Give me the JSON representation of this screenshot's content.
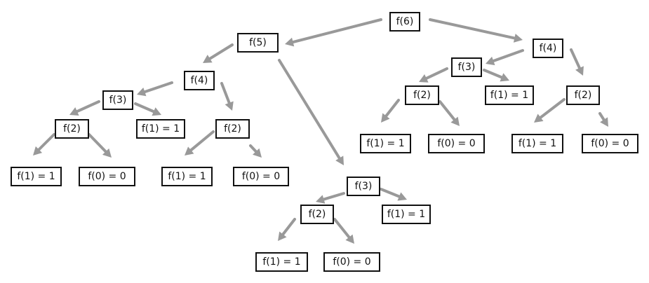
{
  "colors": {
    "arrow": "#999999",
    "node_border": "#111111",
    "node_text": "#111111",
    "background": "#ffffff"
  },
  "nodes": [
    {
      "id": "n1",
      "label": "f(6)"
    },
    {
      "id": "n2",
      "label": "f(5)"
    },
    {
      "id": "n3",
      "label": "f(4)"
    },
    {
      "id": "n4",
      "label": "f(4)"
    },
    {
      "id": "n5",
      "label": "f(3)"
    },
    {
      "id": "n6",
      "label": "f(3)"
    },
    {
      "id": "n7",
      "label": "f(1) = 1"
    },
    {
      "id": "n8",
      "label": "f(2)"
    },
    {
      "id": "n9",
      "label": "f(2)"
    },
    {
      "id": "n10",
      "label": "f(1) = 1"
    },
    {
      "id": "n11",
      "label": "f(2)"
    },
    {
      "id": "n12",
      "label": "f(1) = 1"
    },
    {
      "id": "n13",
      "label": "f(0) = 0"
    },
    {
      "id": "n14",
      "label": "f(1) = 1"
    },
    {
      "id": "n15",
      "label": "f(0) = 0"
    },
    {
      "id": "n16",
      "label": "f(1) = 1"
    },
    {
      "id": "n17",
      "label": "f(0) = 0"
    },
    {
      "id": "n18",
      "label": "f(1) = 1"
    },
    {
      "id": "n19",
      "label": "f(0) = 0"
    },
    {
      "id": "n20",
      "label": "f(3)"
    },
    {
      "id": "n21",
      "label": "f(2)"
    },
    {
      "id": "n22",
      "label": "f(1) = 1"
    },
    {
      "id": "n23",
      "label": "f(1) = 1"
    },
    {
      "id": "n24",
      "label": "f(0) = 0"
    },
    {
      "id": "n25",
      "label": "f(2)"
    }
  ],
  "edges": [
    [
      "n1",
      "n2"
    ],
    [
      "n1",
      "n3"
    ],
    [
      "n2",
      "n4"
    ],
    [
      "n2",
      "n20"
    ],
    [
      "n3",
      "n5"
    ],
    [
      "n3",
      "n25"
    ],
    [
      "n5",
      "n8"
    ],
    [
      "n5",
      "n7"
    ],
    [
      "n8",
      "n12"
    ],
    [
      "n8",
      "n13"
    ],
    [
      "n25",
      "n18"
    ],
    [
      "n25",
      "n19"
    ],
    [
      "n4",
      "n6"
    ],
    [
      "n4",
      "n11"
    ],
    [
      "n6",
      "n9"
    ],
    [
      "n6",
      "n10"
    ],
    [
      "n9",
      "n14"
    ],
    [
      "n9",
      "n15"
    ],
    [
      "n11",
      "n16"
    ],
    [
      "n11",
      "n17"
    ],
    [
      "n20",
      "n21"
    ],
    [
      "n20",
      "n22"
    ],
    [
      "n21",
      "n23"
    ],
    [
      "n21",
      "n24"
    ]
  ]
}
